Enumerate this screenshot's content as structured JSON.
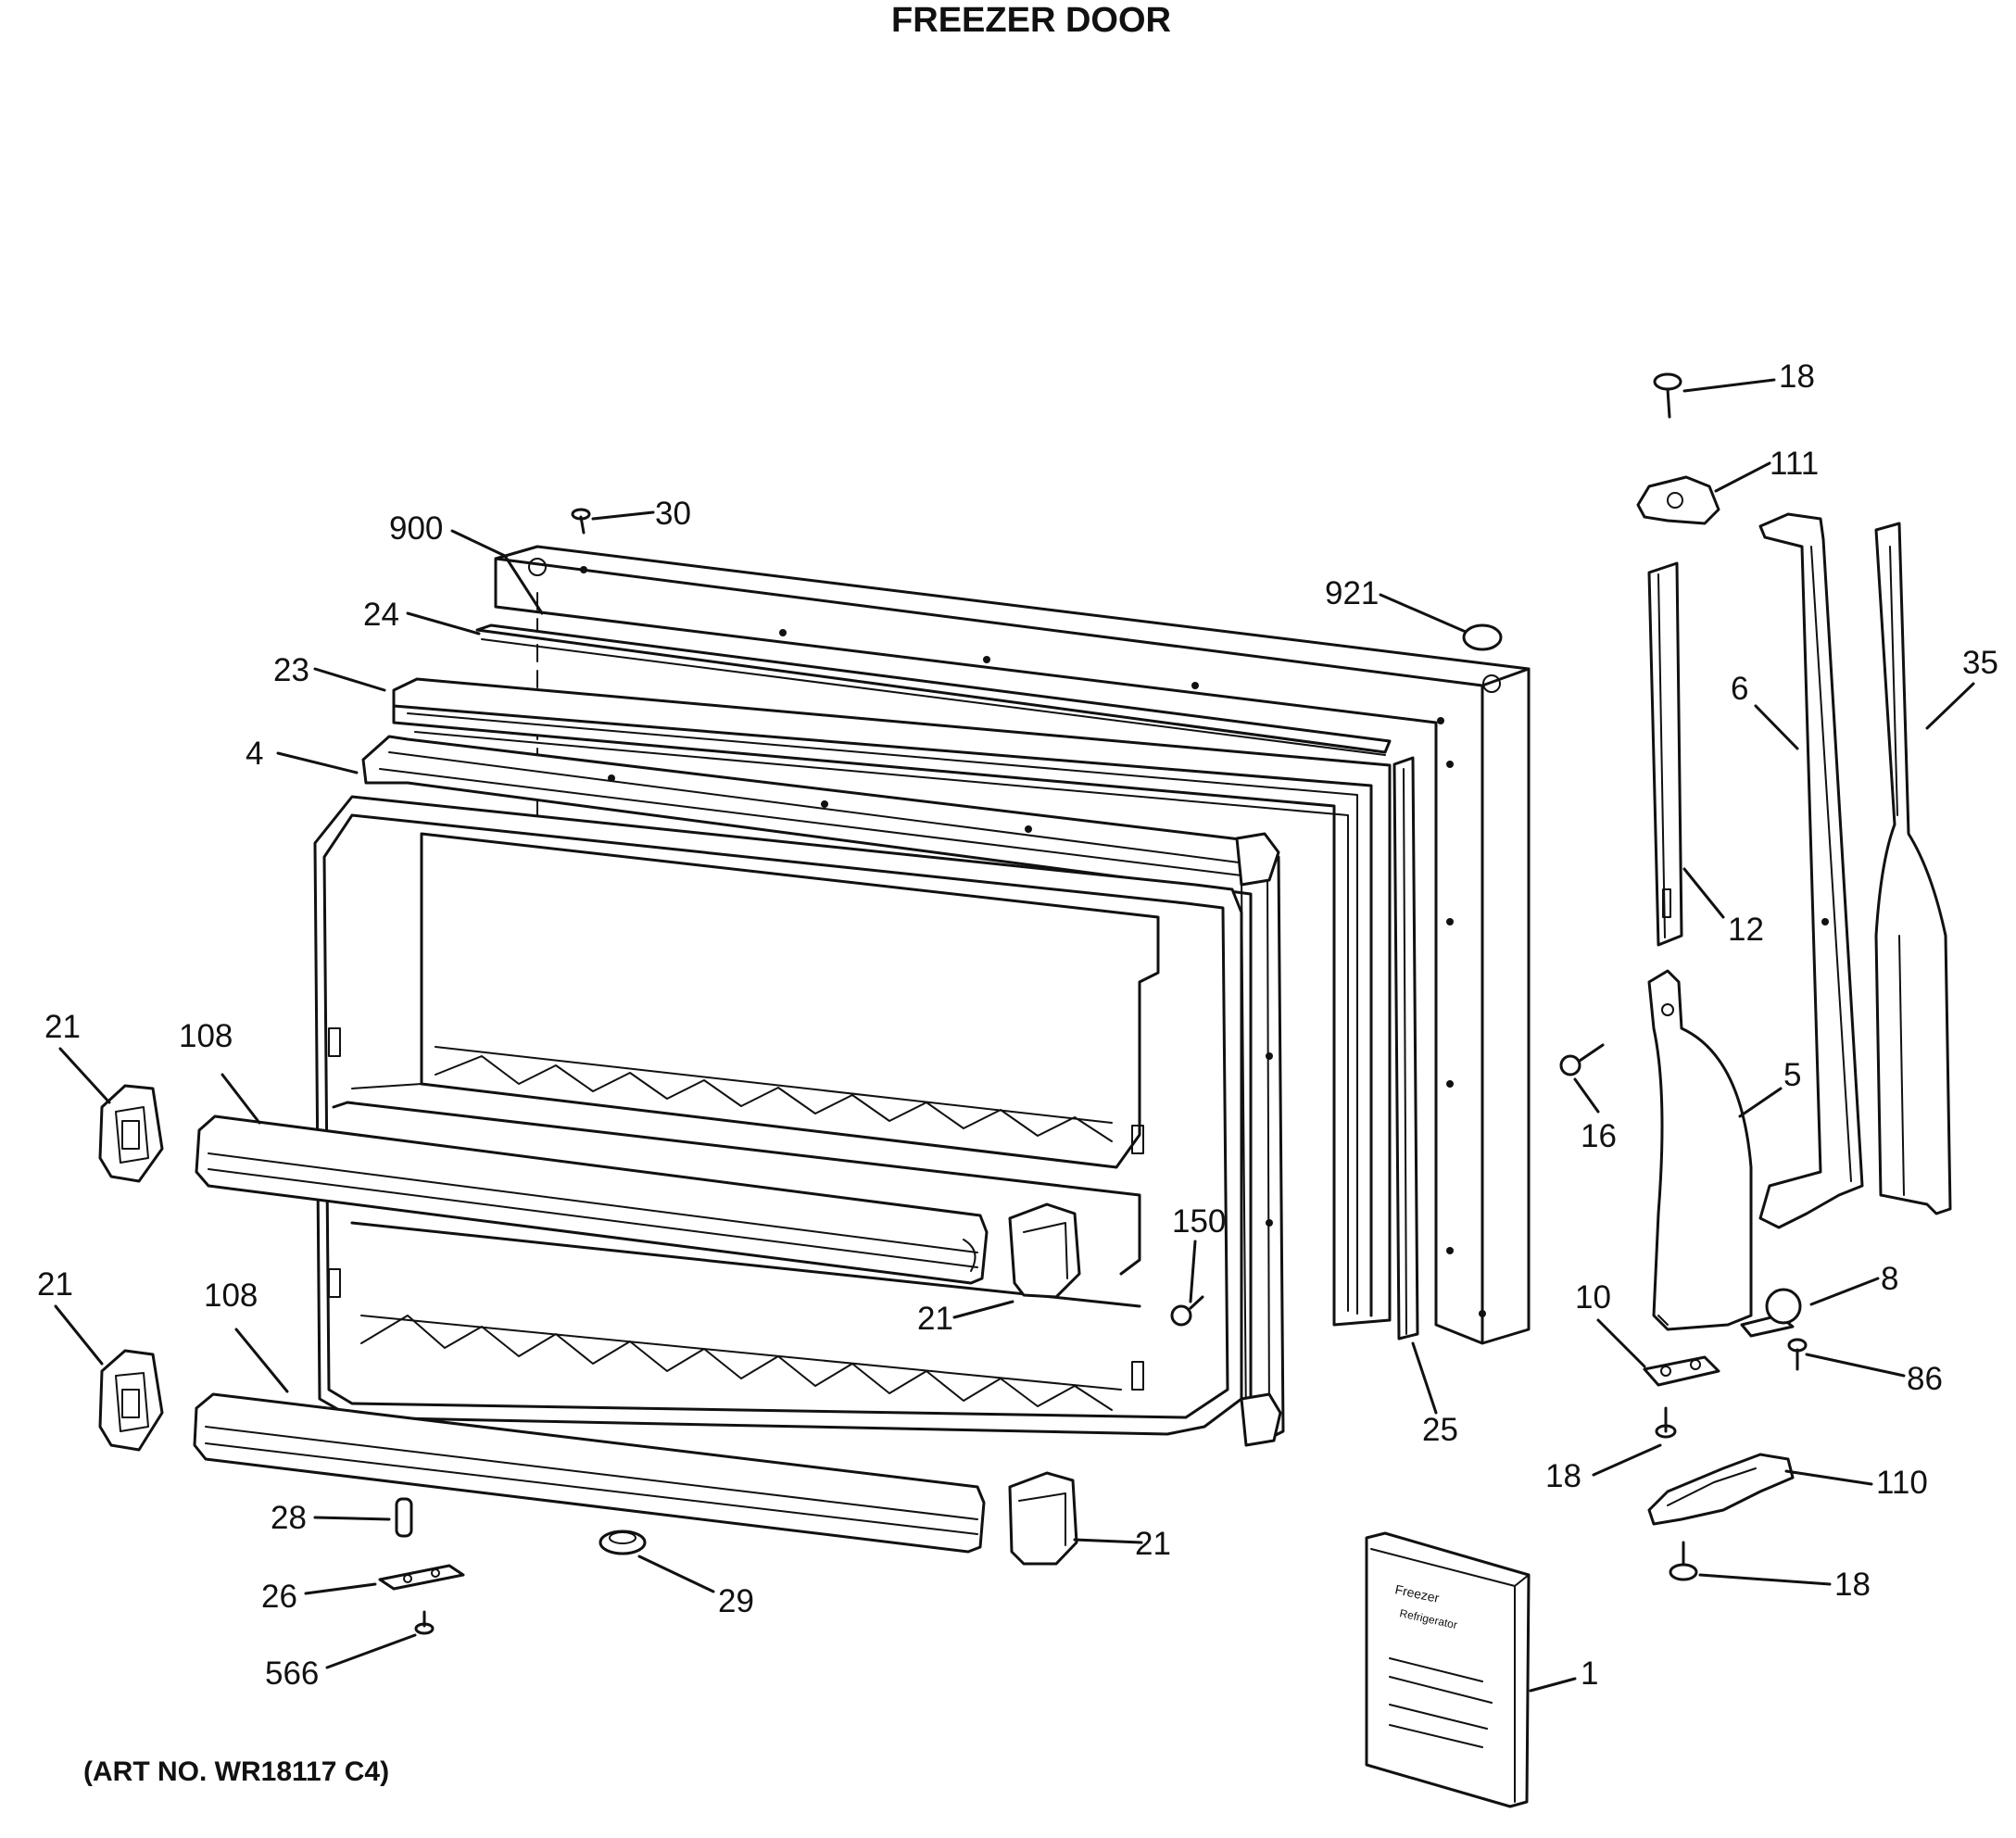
{
  "title": "FREEZER DOOR",
  "art_number": "(ART NO. WR18117 C4)",
  "callouts": {
    "c18a": "18",
    "c111": "111",
    "c30": "30",
    "c900": "900",
    "c921": "921",
    "c24": "24",
    "c23": "23",
    "c35": "35",
    "c6": "6",
    "c4": "4",
    "c12": "12",
    "c21a": "21",
    "c108a": "108",
    "c5": "5",
    "c16": "16",
    "c150": "150",
    "c21b": "21",
    "c21c": "21",
    "c108b": "108",
    "c10": "10",
    "c8": "8",
    "c86": "86",
    "c25": "25",
    "c18b": "18",
    "c110": "110",
    "c28": "28",
    "c21d": "21",
    "c26": "26",
    "c29": "29",
    "c18c": "18",
    "c566": "566",
    "c1": "1"
  },
  "manual_text": {
    "line1": "Freezer",
    "line2": "Refrigerator"
  }
}
